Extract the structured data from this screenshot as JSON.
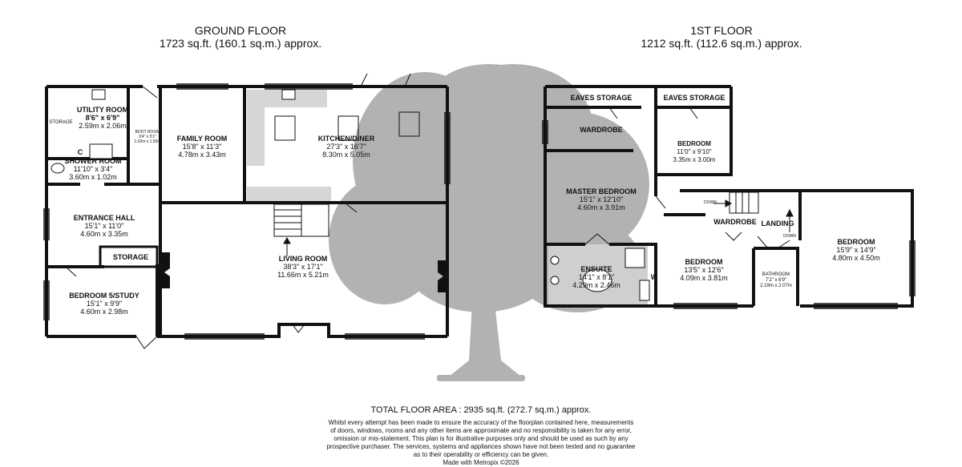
{
  "ground_floor": {
    "title": "GROUND FLOOR",
    "area": "1723 sq.ft. (160.1 sq.m.) approx.",
    "rooms": {
      "utility": {
        "name": "UTILITY ROOM",
        "imp": "8'6\"  x 6'9\"",
        "met": "2.59m  x 2.06m"
      },
      "storage_small": {
        "name": "STORAGE"
      },
      "boot_room": {
        "name": "BOOT ROOM",
        "imp": "3'4\" x 5'1\"",
        "met": "1.02m x 1.55m"
      },
      "shower": {
        "name": "SHOWER ROOM",
        "imp": "11'10\"  x 3'4\"",
        "met": "3.60m  x 1.02m"
      },
      "c_label": "C",
      "family": {
        "name": "FAMILY ROOM",
        "imp": "15'8\"  x 11'3\"",
        "met": "4.78m  x 3.43m"
      },
      "kitchen": {
        "name": "KITCHEN/DINER",
        "imp": "27'3\"  x 16'7\"",
        "met": "8.30m  x 5.05m"
      },
      "entrance": {
        "name": "ENTRANCE HALL",
        "imp": "15'1\"  x 11'0\"",
        "met": "4.60m  x 3.35m"
      },
      "storage": {
        "name": "STORAGE"
      },
      "living": {
        "name": "LIVING ROOM",
        "imp": "38'3\"  x 17'1\"",
        "met": "11.66m  x 5.21m"
      },
      "study": {
        "name": "BEDROOM 5/STUDY",
        "imp": "15'1\"  x 9'9\"",
        "met": "4.60m  x 2.98m"
      }
    }
  },
  "first_floor": {
    "title": "1ST FLOOR",
    "area": "1212 sq.ft. (112.6 sq.m.) approx.",
    "rooms": {
      "eaves1": {
        "name": "EAVES STORAGE"
      },
      "eaves2": {
        "name": "EAVES STORAGE"
      },
      "wardrobe1": {
        "name": "WARDROBE"
      },
      "bedroom_small": {
        "name": "BEDROOM",
        "imp": "11'0\"  x 9'10\"",
        "met": "3.35m  x 3.00m"
      },
      "master": {
        "name": "MASTER BEDROOM",
        "imp": "15'1\"  x 12'10\"",
        "met": "4.60m  x 3.91m"
      },
      "down1": "DOWN",
      "down2": "DOWN",
      "wardrobe2": {
        "name": "WARDROBE"
      },
      "landing": {
        "name": "LANDING"
      },
      "ensuite": {
        "name": "ENSUITE",
        "imp": "14'1\"  x 8'1\"",
        "met": "4.29m  x 2.46m"
      },
      "w_label": "W",
      "bedroom_mid": {
        "name": "BEDROOM",
        "imp": "13'5\"  x 12'6\"",
        "met": "4.09m  x 3.81m"
      },
      "bathroom": {
        "name": "BATHROOM",
        "imp": "7'2\"  x 6'9\"",
        "met": "2.19m  x 2.07m"
      },
      "bedroom_big": {
        "name": "BEDROOM",
        "imp": "15'9\"  x 14'9\"",
        "met": "4.80m  x 4.50m"
      }
    }
  },
  "total": "TOTAL FLOOR AREA : 2935 sq.ft. (272.7 sq.m.) approx.",
  "disclaimer": [
    "Whilst every attempt has been made to ensure the accuracy of the floorplan contained here, measurements",
    "of doors, windows, rooms and any other items are approximate and no responsibility is taken for any error,",
    "omission or mis-statement. This plan is for illustrative purposes only and should be used as such by any",
    "prospective purchaser. The services, systems and appliances shown have not been tested and no guarantee",
    "as to their operability or efficiency can be given."
  ],
  "credit": "Made with Metropix ©2026",
  "colors": {
    "wall": "#111111",
    "tree": "#9a9a9a",
    "kitchen_unit": "#d6d6d6",
    "ensuite_floor": "#cfcfcf"
  }
}
